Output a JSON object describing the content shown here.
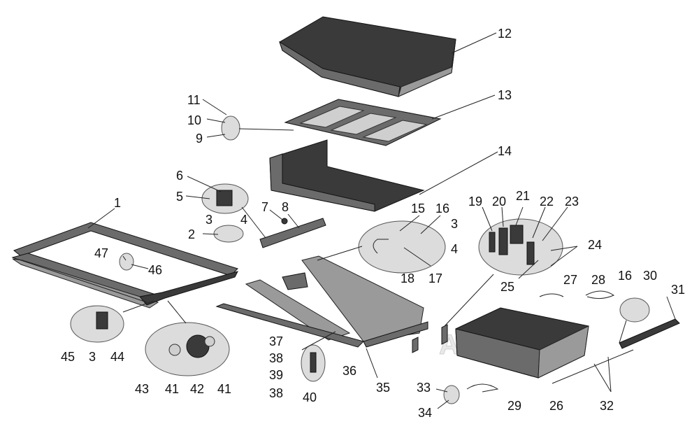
{
  "watermark": "AutoSoft",
  "labels": [
    "1",
    "2",
    "3",
    "4",
    "5",
    "6",
    "7",
    "8",
    "9",
    "10",
    "11",
    "12",
    "13",
    "14",
    "15",
    "16",
    "3",
    "4",
    "17",
    "18",
    "19",
    "20",
    "21",
    "22",
    "23",
    "24",
    "25",
    "26",
    "27",
    "28",
    "29",
    "16",
    "30",
    "31",
    "32",
    "33",
    "34",
    "35",
    "36",
    "37",
    "38",
    "39",
    "38",
    "40",
    "41",
    "42",
    "41",
    "43",
    "44",
    "3",
    "45",
    "46",
    "47"
  ]
}
